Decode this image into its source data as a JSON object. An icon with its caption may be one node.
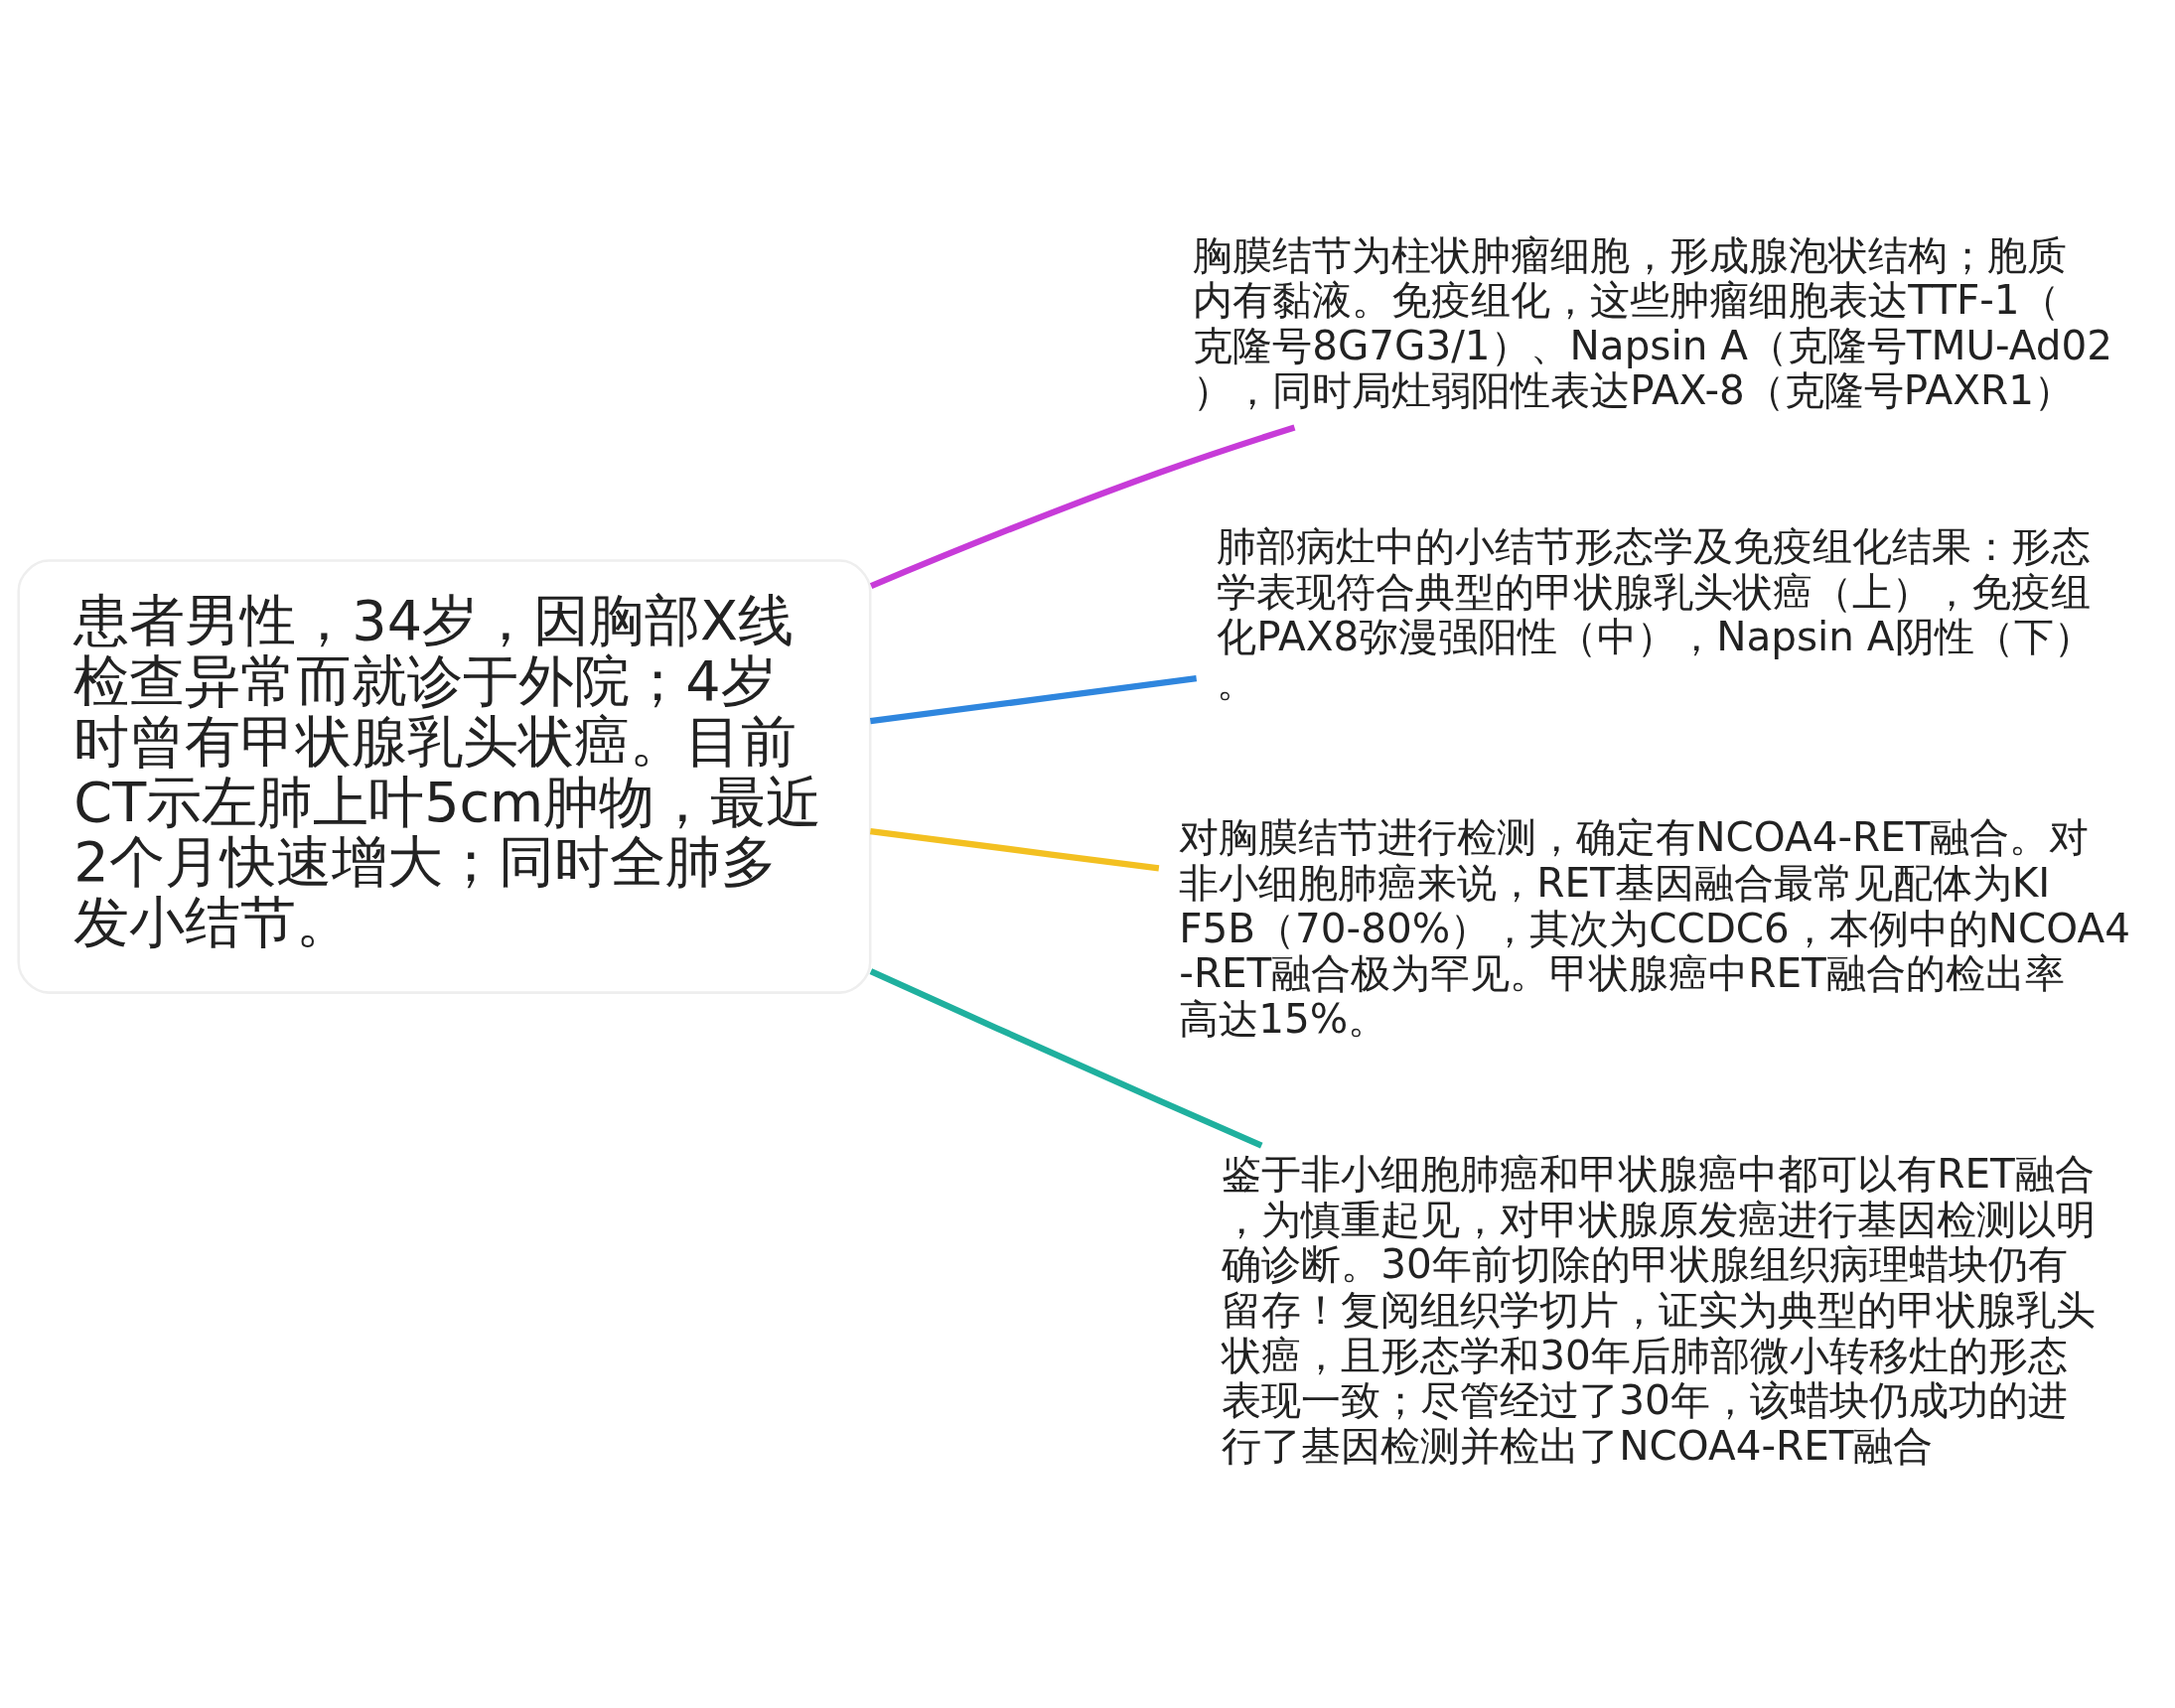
{
  "diagram": {
    "nodes": [
      {
        "text": [
          "患者男性，34岁，因胸部X线检查异常而就诊于外院；4岁时曾有甲状腺乳头状癌。目前CT示左肺上叶5cm肿物，最近2个月快速增大；同时全肺多发小结节。"
        ]
      },
      {
        "text": [
          "胸膜结节为柱状肿瘤细胞，形成腺泡状结构；胞质内有黏液。免疫组化，这些肿瘤细胞表达TTF-1（克隆号8G7G3/1）、Napsin A（克隆号TMU-Ad02），同时局灶弱阳性表达PAX-8（克隆号PAXR1）"
        ]
      },
      {
        "text": [
          "肺部病灶中的小结节形态学及免疫组化结果：形态学表现符合典型的甲状腺乳头状癌（上），免疫组化PAX8弥漫强阳性（中），Napsin A阴性（下）。"
        ]
      },
      {
        "text": [
          "对胸膜结节进行检测，确定有NCOA4-RET融合。对非小细胞肺癌来说，RET基因融合最常见配体为KIF5B（70-80%），其次为CCDC6，本例中的NCOA4-RET融合极为罕见。甲状腺癌中RET融合的检出率高达15%。"
        ]
      },
      {
        "text": [
          "鉴于非小细胞肺癌和甲状腺癌中都可以有RET融合，为慎重起见，对甲状腺原发癌进行基因检测以明确诊断。30年前切除的甲状腺组织病理蜡块仍有留存！复阅组织学切片，证实为典型的甲状腺乳头状癌，且形态学和30年后肺部微小转移灶的形态表现一致；尽管经过了30年，该蜡块仍成功的进行了基因检测并检出了NCOA4-RET融合"
        ]
      }
    ],
    "edges": [
      {
        "from": 0,
        "to": 1,
        "arrow": "none",
        "color": "#c73bd8"
      },
      {
        "from": 0,
        "to": 2,
        "arrow": "none",
        "color": "#2f86de"
      },
      {
        "from": 0,
        "to": 3,
        "arrow": "none",
        "color": "#f3c021"
      },
      {
        "from": 0,
        "to": 4,
        "arrow": "none",
        "color": "#1fb09e"
      }
    ]
  }
}
